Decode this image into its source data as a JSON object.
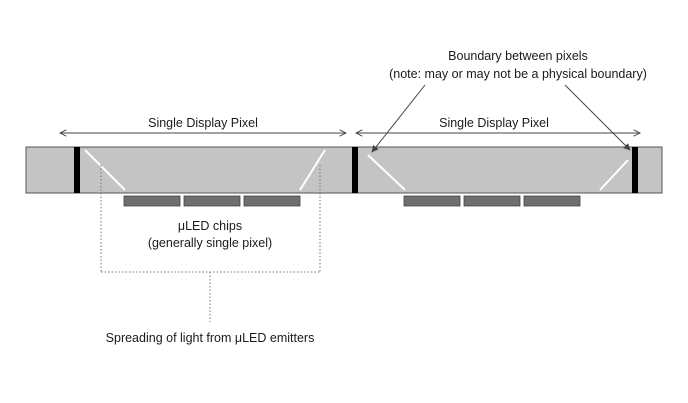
{
  "labels": {
    "boundary_line1": "Boundary between pixels",
    "boundary_line2": "(note: may or may not be a physical boundary)",
    "pixel_left": "Single Display Pixel",
    "pixel_right": "Single Display Pixel",
    "chips_line1": "μLED chips",
    "chips_line2": "(generally single pixel)",
    "spreading": "Spreading of light from μLED emitters"
  },
  "colors": {
    "panel_fill": "#c4c4c4",
    "chip_fill": "#6e6e6e",
    "boundary_bar": "#000000",
    "line": "#333333"
  }
}
